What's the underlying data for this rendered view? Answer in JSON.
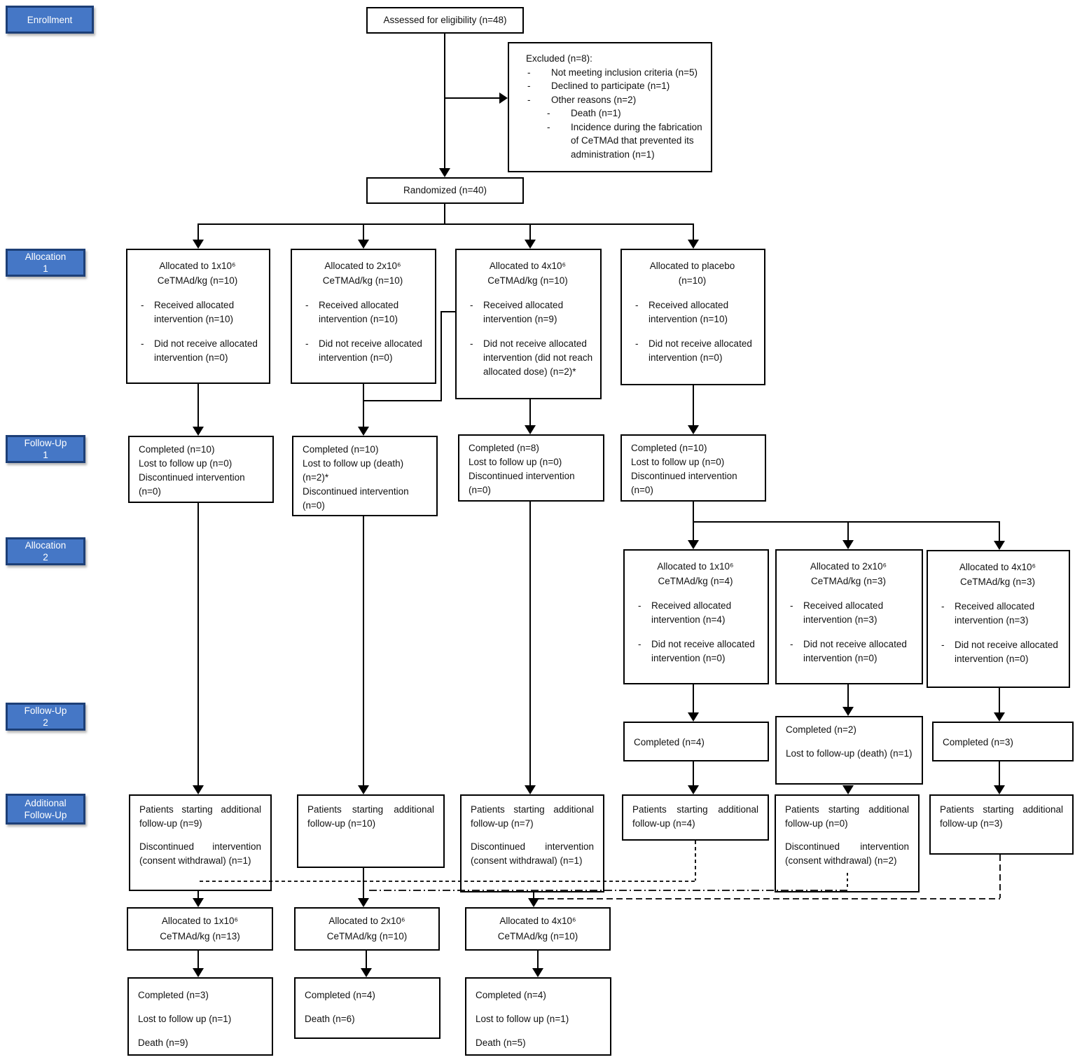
{
  "diagram_type": "CONSORT participant flow diagram",
  "stages": [
    {
      "line1": "Enrollment",
      "line2": ""
    },
    {
      "line1": "Allocation",
      "line2": "1"
    },
    {
      "line1": "Follow-Up",
      "line2": "1"
    },
    {
      "line1": "Allocation",
      "line2": "2"
    },
    {
      "line1": "Follow-Up",
      "line2": "2"
    },
    {
      "line1": "Additional",
      "line2": "Follow-Up"
    }
  ],
  "enrollment": {
    "assessed": "Assessed for eligibility (n=48)",
    "excluded_title": "Excluded (n=8):",
    "excluded_items": [
      "Not meeting inclusion criteria (n=5)",
      "Declined to participate (n=1)",
      "Other reasons (n=2)"
    ],
    "excluded_subitems": [
      "Death (n=1)",
      "Incidence during the fabrication of CeTMAd that prevented its administration (n=1)"
    ],
    "randomized": "Randomized (n=40)"
  },
  "allocation1": [
    {
      "title1": "Allocated to 1x10⁶",
      "title2": "CeTMAd/kg (n=10)",
      "b1": "Received allocated intervention (n=10)",
      "b2": "Did not receive allocated intervention (n=0)"
    },
    {
      "title1": "Allocated to 2x10⁶",
      "title2": "CeTMAd/kg (n=10)",
      "b1": "Received allocated intervention (n=10)",
      "b2": "Did not receive allocated intervention (n=0)"
    },
    {
      "title1": "Allocated to 4x10⁶",
      "title2": "CeTMAd/kg (n=10)",
      "b1": "Received allocated intervention (n=9)",
      "b2": "Did not receive allocated intervention (did not reach allocated dose) (n=2)*"
    },
    {
      "title1": "Allocated to placebo",
      "title2": "(n=10)",
      "b1": "Received allocated intervention (n=10)",
      "b2": "Did not receive allocated intervention (n=0)"
    }
  ],
  "followup1": [
    {
      "lines": [
        "Completed (n=10)",
        "Lost to follow up (n=0)",
        "Discontinued intervention (n=0)"
      ]
    },
    {
      "lines": [
        "Completed (n=10)",
        "Lost to follow up (death) (n=2)*",
        "Discontinued intervention (n=0)"
      ]
    },
    {
      "lines": [
        "Completed (n=8)",
        "Lost to follow up (n=0)",
        "Discontinued intervention (n=0)"
      ]
    },
    {
      "lines": [
        "Completed (n=10)",
        "Lost to follow up (n=0)",
        "Discontinued intervention (n=0)"
      ]
    }
  ],
  "allocation2": [
    {
      "title1": "Allocated to 1x10⁶",
      "title2": "CeTMAd/kg (n=4)",
      "b1": "Received allocated intervention (n=4)",
      "b2": "Did not receive allocated intervention (n=0)"
    },
    {
      "title1": "Allocated to 2x10⁶",
      "title2": "CeTMAd/kg (n=3)",
      "b1": "Received allocated intervention (n=3)",
      "b2": "Did not receive allocated intervention (n=0)"
    },
    {
      "title1": "Allocated to 4x10⁶",
      "title2": "CeTMAd/kg (n=3)",
      "b1": "Received allocated intervention (n=3)",
      "b2": "Did not receive allocated intervention (n=0)"
    }
  ],
  "followup2": [
    {
      "lines": [
        "Completed (n=4)"
      ]
    },
    {
      "lines": [
        "Completed (n=2)",
        "Lost to follow-up (death) (n=1)"
      ]
    },
    {
      "lines": [
        "Completed (n=3)"
      ]
    }
  ],
  "additional": [
    {
      "p1": "Patients starting additional follow-up (n=9)",
      "p2": "Discontinued intervention (consent withdrawal) (n=1)"
    },
    {
      "p1": "Patients starting additional follow-up (n=10)"
    },
    {
      "p1": "Patients starting additional follow-up (n=7)",
      "p2": "Discontinued intervention (consent withdrawal) (n=1)"
    },
    {
      "p1": "Patients starting additional follow-up (n=4)"
    },
    {
      "p1": "Patients starting additional follow-up (n=0)",
      "p2": "Discontinued intervention (consent withdrawal) (n=2)"
    },
    {
      "p1": "Patients starting additional follow-up (n=3)"
    }
  ],
  "reallocation": [
    {
      "title1": "Allocated to 1x10⁶",
      "title2": "CeTMAd/kg (n=13)"
    },
    {
      "title1": "Allocated to 2x10⁶",
      "title2": "CeTMAd/kg (n=10)"
    },
    {
      "title1": "Allocated to 4x10⁶",
      "title2": "CeTMAd/kg (n=10)"
    }
  ],
  "final": [
    {
      "lines": [
        "Completed (n=3)",
        "Lost to follow up (n=1)",
        "Death (n=9)"
      ]
    },
    {
      "lines": [
        "Completed (n=4)",
        "Death (n=6)"
      ]
    },
    {
      "lines": [
        "Completed (n=4)",
        "Lost to follow up (n=1)",
        "Death (n=5)"
      ]
    }
  ],
  "colors": {
    "stage_bg": "#4577c6",
    "stage_border": "#1d3f77",
    "stage_text": "#ffffff",
    "box_border": "#000000",
    "line": "#000000",
    "background": "#ffffff"
  }
}
